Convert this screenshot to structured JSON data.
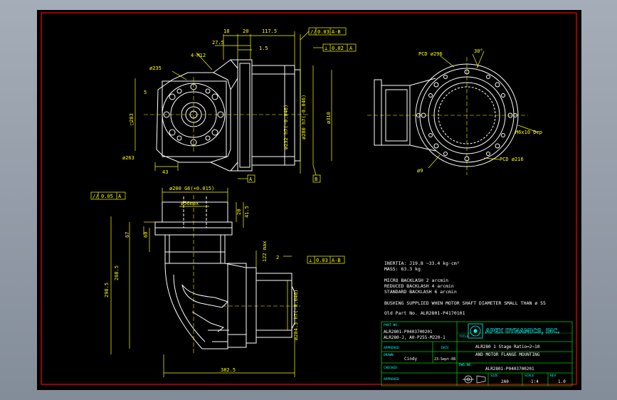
{
  "colors": {
    "background": "#000000",
    "border": "#ff0000",
    "geometry": "#ffffff",
    "dimension": "#ffff00",
    "annotation": "#00ffff",
    "titleblock": "#00ff00",
    "logo": "#00ffff"
  },
  "top_view": {
    "dims": {
      "d18": "18",
      "d20": "20",
      "d117": "117.5",
      "d27": "27.5",
      "d15": "1.5",
      "m12": "4-M12",
      "d235": "ø235",
      "d5": "5",
      "d282": "□283",
      "d263": "ø263",
      "d43": "43",
      "dh7": "ø280 h7(-0.046)",
      "d232": "ø232 h7(-0.046)",
      "d310": "ø310"
    },
    "tol_flat": {
      "sym": "//",
      "val": "0.03",
      "ref": "A-B"
    },
    "tol_perp": {
      "sym": "⊥",
      "val": "0.02",
      "ref": "A"
    },
    "datum_a": "A",
    "datum_b": "B"
  },
  "right_view": {
    "pcd": "PCD ø296",
    "angle": "30°",
    "m": "M6x10 Dep",
    "pcd2": "PCD ø216",
    "d9": "ø9"
  },
  "front_view": {
    "tol": {
      "sym": "//",
      "val": "0.05",
      "ref": "A"
    },
    "dims": {
      "d200": "ø200 G6(+0.015)",
      "d56": "ø56max",
      "d20": "20",
      "d415": "41.5",
      "d67": "67",
      "d60": "60",
      "d268": "268.5",
      "d298": "298.5",
      "d122": "122 max",
      "d2": "2",
      "d2045": "ø204.5 h7(-0.046)",
      "d382": "382.5"
    },
    "tol2": {
      "sym": "⊥",
      "val": "0.03",
      "ref": "A-B"
    }
  },
  "notes": {
    "inertia": "INERTIA:  J19.8 ~33.4  kg·cm²",
    "mass": "MASS: 63.3  kg",
    "backlash1": "MICRO BACKLASH 2 arcmin",
    "backlash2": "REDUCED BACKLASH 4 arcmin",
    "backlash3": "STANDARD BACKLASH 6 arcmin",
    "bushing": "BUSHING SUPPLIED WHEN MOTOR SHAFT DIAMETER SMALL THAN ø 55",
    "oldpart": "Old Part No. ALR2801-P4170101"
  },
  "title_block": {
    "partno_label": "PART NO.",
    "partno1": "ALR2801-P0403700201",
    "partno2": "ALR280-J, A0-P255-M220-1",
    "title_label": "TITLE",
    "title1": "ALR280 1 Stage Ratio=2~10",
    "title2": "AND MOTOR FLANGE MOUNTING",
    "approved": "APPROVED",
    "date_label": "DATE",
    "drawn_label": "DRAWN",
    "drawn": "Cindy",
    "drawn_date": "23-Sept-08",
    "checked": "CHECKED",
    "dwg_label": "DWG NO.",
    "dwg": "ALR2801-P0403700201",
    "approved2": "APPROVED",
    "size_label": "SIZE",
    "size": "2A0",
    "scale_label": "SCALE",
    "scale": "1:4",
    "rev_label": "REV",
    "rev": "1.0",
    "company": "APEX DYNAMICS, INC."
  }
}
